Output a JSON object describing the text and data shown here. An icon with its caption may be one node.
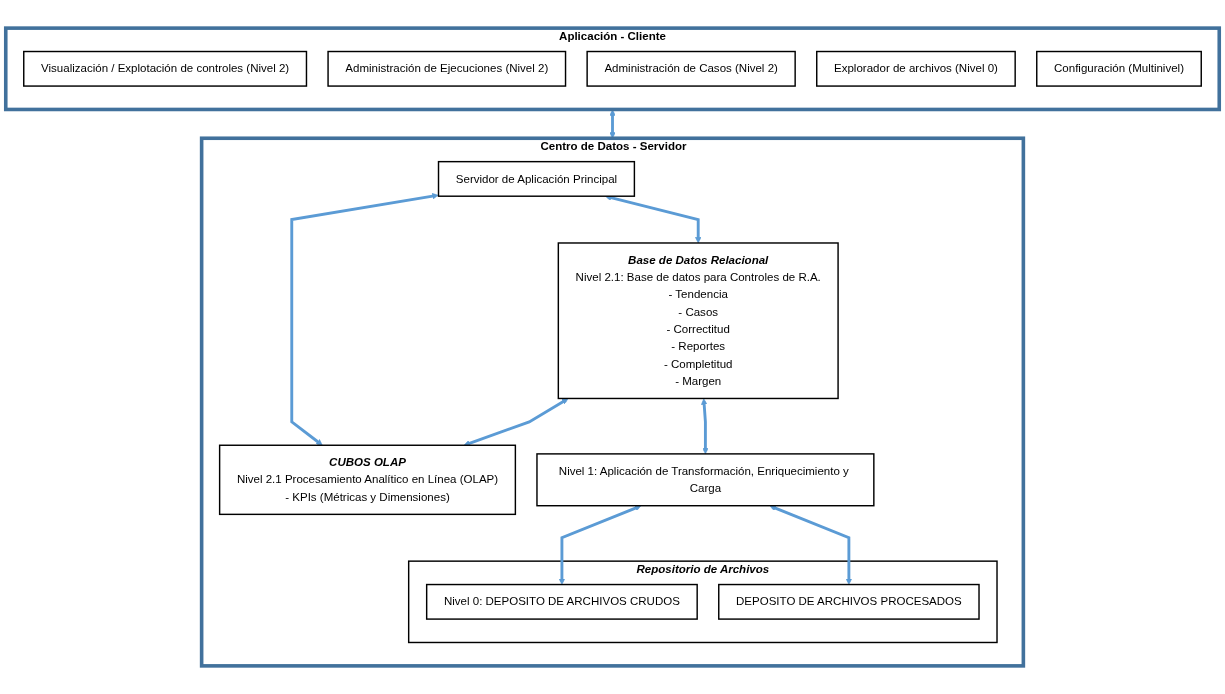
{
  "diagram": {
    "nodes": [
      {
        "text": [
          "Aplicación - Cliente"
        ]
      },
      {
        "text": [
          "Visualización / Explotación de controles (Nivel 2)"
        ],
        "in": 0
      },
      {
        "text": [
          "Administración de Ejecuciones (Nivel 2)"
        ],
        "in": 0
      },
      {
        "text": [
          "Administración de Casos (Nivel 2)"
        ],
        "in": 0
      },
      {
        "text": [
          "Explorador de archivos (Nivel 0)"
        ],
        "in": 0
      },
      {
        "text": [
          "Configuración (Multinivel)"
        ],
        "in": 0
      },
      {
        "text": [
          "Centro de Datos - Servidor"
        ]
      },
      {
        "text": [
          "Servidor de Aplicación Principal"
        ],
        "in": 6
      },
      {
        "text": [
          "Base de Datos Relacional",
          "Nivel 2.1:  Base de datos para Controles de R.A.",
          "- Tendencia",
          "- Casos",
          "- Correctitud",
          "- Reportes",
          "- Completitud",
          "- Margen"
        ],
        "in": 6
      },
      {
        "text": [
          "CUBOS OLAP",
          "Nivel 2.1 Procesamiento Analítico en Línea (OLAP)",
          "- KPIs (Métricas y Dimensiones)"
        ],
        "in": 6
      },
      {
        "text": [
          "Nivel 1: Aplicación de Transformación, Enriquecimiento y Carga"
        ],
        "in": 6
      },
      {
        "text": [
          "Repositorio de Archivos"
        ],
        "in": 6
      },
      {
        "text": [
          "Nivel 0: DEPOSITO DE ARCHIVOS CRUDOS"
        ],
        "in": 11
      },
      {
        "text": [
          "DEPOSITO DE ARCHIVOS PROCESADOS"
        ],
        "in": 11
      }
    ],
    "edges": [
      {
        "from": 0,
        "to": 6,
        "arrow": "both"
      },
      {
        "from": 7,
        "to": 8,
        "arrow": "both"
      },
      {
        "from": 7,
        "to": 9,
        "arrow": "both"
      },
      {
        "from": 8,
        "to": 9,
        "arrow": "both"
      },
      {
        "from": 8,
        "to": 10,
        "arrow": "both"
      },
      {
        "from": 10,
        "to": 12,
        "arrow": "both"
      },
      {
        "from": 10,
        "to": 13,
        "arrow": "both"
      }
    ]
  }
}
